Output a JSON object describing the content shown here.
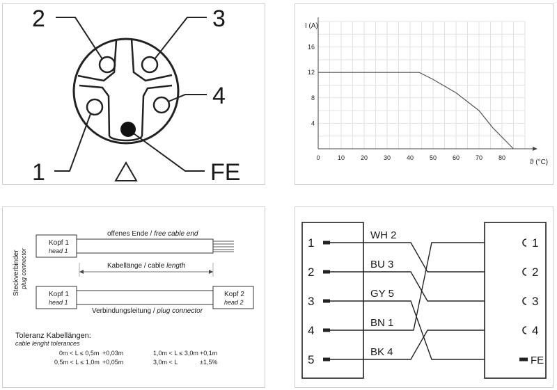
{
  "pinout": {
    "pins": [
      "2",
      "3",
      "4",
      "1",
      "FE"
    ]
  },
  "derating": {
    "chart_data": {
      "type": "line",
      "ylabel": "I (A)",
      "xlabel": "ϑ (°C)",
      "x_ticks": [
        "0",
        "10",
        "20",
        "30",
        "40",
        "50",
        "60",
        "70",
        "80"
      ],
      "y_ticks": [
        "4",
        "8",
        "12",
        "16"
      ],
      "xlim": [
        0,
        90
      ],
      "ylim": [
        0,
        20
      ],
      "grid": true,
      "series": [
        {
          "x": [
            0,
            44,
            50,
            60,
            70,
            76,
            85
          ],
          "y": [
            12,
            12,
            10.9,
            8.8,
            6.0,
            3.3,
            0
          ]
        }
      ]
    }
  },
  "cable": {
    "kopf1": "Kopf 1",
    "head1": "head 1",
    "kopf1b": "Kopf 1",
    "head1b": "head 1",
    "kopf2": "Kopf 2",
    "head2": "head 2",
    "open_end_de": "offenes Ende",
    "open_end_en": "free cable end",
    "length_de": "Kabellänge",
    "length_en": "length",
    "length_prefix_en": "cable",
    "connection_de": "Verbindungsleitung",
    "connection_en": "plug connector",
    "side_de": "Steckverbinder",
    "side_en": "plug connector",
    "tol_title_de": "Toleranz Kabellängen:",
    "tol_title_en": "cable lenght tolerances",
    "tolerances": [
      {
        "range": "0m < L ≤ 0,5m",
        "value": "+0,03m"
      },
      {
        "range": "0,5m < L ≤ 1,0m",
        "value": "+0,05m"
      },
      {
        "range": "1,0m < L ≤ 3,0m",
        "value": "+0,1m"
      },
      {
        "range": "3,0m < L",
        "value": "±1,5%"
      }
    ]
  },
  "wiring": {
    "left_pins": [
      "1",
      "2",
      "3",
      "4",
      "5"
    ],
    "wires": [
      "WH 2",
      "BU 3",
      "GY 5",
      "BN 1",
      "BK 4"
    ],
    "right_pins": [
      "1",
      "2",
      "3",
      "4",
      "FE"
    ]
  }
}
